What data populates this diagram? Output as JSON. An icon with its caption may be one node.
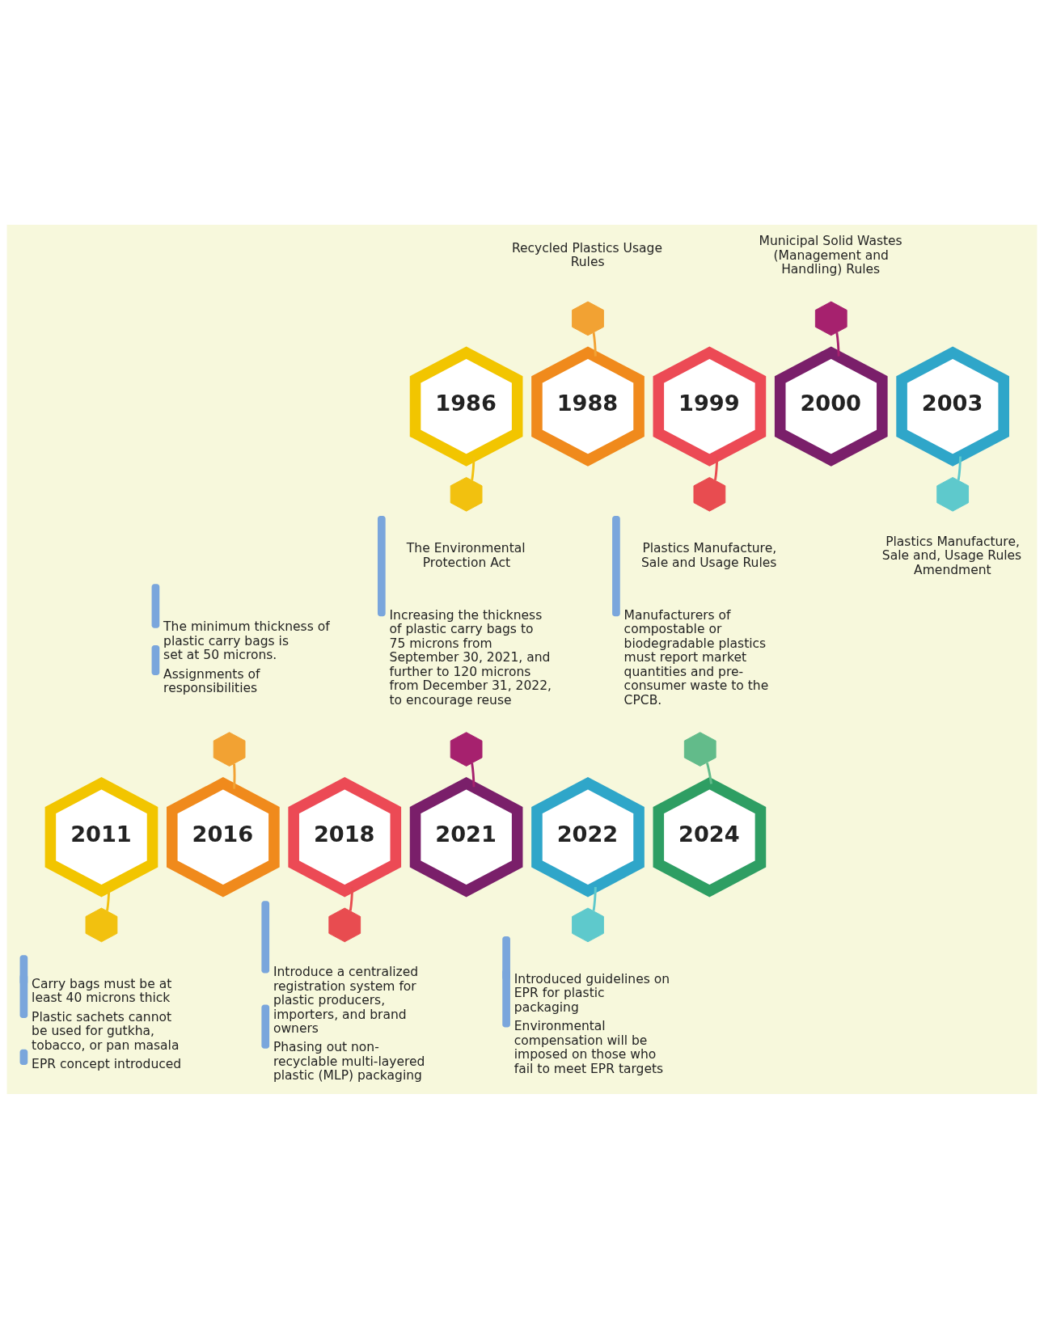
{
  "diagram": {
    "nodes": [
      {
        "text": [
          "1986"
        ]
      },
      {
        "text": [],
        "shape": "hexagon",
        "beside": [
          "The Environmental Protection Act"
        ]
      },
      {
        "text": [
          "1988"
        ]
      },
      {
        "text": [],
        "shape": "hexagon",
        "beside": [
          "Recycled Plastics Usage Rules"
        ]
      },
      {
        "text": [
          "1999"
        ]
      },
      {
        "text": [],
        "shape": "hexagon",
        "beside": [
          "Plastics Manufacture, Sale and Usage Rules"
        ]
      },
      {
        "text": [
          "2000"
        ]
      },
      {
        "text": [],
        "shape": "hexagon",
        "beside": [
          "Municipal Solid Wastes (Management and Handling) Rules"
        ]
      },
      {
        "text": [
          "2003"
        ]
      },
      {
        "text": [],
        "shape": "hexagon",
        "beside": [
          "Plastics Manufacture, Sale and, Usage Rules Amendment"
        ]
      },
      {
        "text": [
          "2011"
        ]
      },
      {
        "text": [],
        "shape": "hexagon",
        "beside": [
          "Carry bags must be at least 40 microns thick",
          "Plastic sachets cannot be used for gutkha, tobacco, or pan masala",
          "EPR concept introduced"
        ]
      },
      {
        "text": [
          "2016"
        ]
      },
      {
        "text": [],
        "shape": "hexagon",
        "beside": [
          "The minimum thickness of plastic carry bags is set at 50 microns.",
          "Assignments of responsibilities"
        ]
      },
      {
        "text": [
          "2018"
        ]
      },
      {
        "text": [],
        "shape": "hexagon",
        "beside": [
          "Introduce a centralized registration system for plastic producers, importers, and brand owners",
          "Phasing out non-recyclable multi-layered plastic (MLP) packaging"
        ]
      },
      {
        "text": [
          "2021"
        ]
      },
      {
        "text": [],
        "shape": "hexagon",
        "beside": [
          "Increasing the thickness of plastic carry bags to 75 microns from September 30, 2021, and further to 120 microns from December 31, 2022, to encourage reuse"
        ]
      },
      {
        "text": [
          "2022"
        ]
      },
      {
        "text": [],
        "shape": "hexagon",
        "beside": [
          "Introduced guidelines on EPR for plastic packaging",
          "Environmental compensation will be imposed on those who fail to meet EPR targets"
        ]
      },
      {
        "text": [
          "2024"
        ]
      },
      {
        "text": [],
        "shape": "hexagon",
        "beside": [
          "Manufacturers of compostable or biodegradable plastics must report market quantities and pre-consumer waste to the CPCB."
        ]
      }
    ],
    "edges": [
      {
        "from": 0,
        "to": 1,
        "arrow": "none",
        "color": "#f2c10f"
      },
      {
        "from": 2,
        "to": 3,
        "arrow": "none",
        "color": "#f2a233"
      },
      {
        "from": 4,
        "to": 5,
        "arrow": "none",
        "color": "#e84c50"
      },
      {
        "from": 6,
        "to": 7,
        "arrow": "none",
        "color": "#a6216e"
      },
      {
        "from": 8,
        "to": 9,
        "arrow": "none",
        "color": "#5ec9cc"
      },
      {
        "from": 10,
        "to": 11,
        "arrow": "none",
        "color": "#f2c10f"
      },
      {
        "from": 12,
        "to": 13,
        "arrow": "none",
        "color": "#f2a233"
      },
      {
        "from": 14,
        "to": 15,
        "arrow": "none",
        "color": "#e84c50"
      },
      {
        "from": 16,
        "to": 17,
        "arrow": "none",
        "color": "#a6216e"
      },
      {
        "from": 18,
        "to": 19,
        "arrow": "none",
        "color": "#5ec9cc"
      },
      {
        "from": 20,
        "to": 21,
        "arrow": "none",
        "color": "#62bb8a"
      }
    ]
  }
}
